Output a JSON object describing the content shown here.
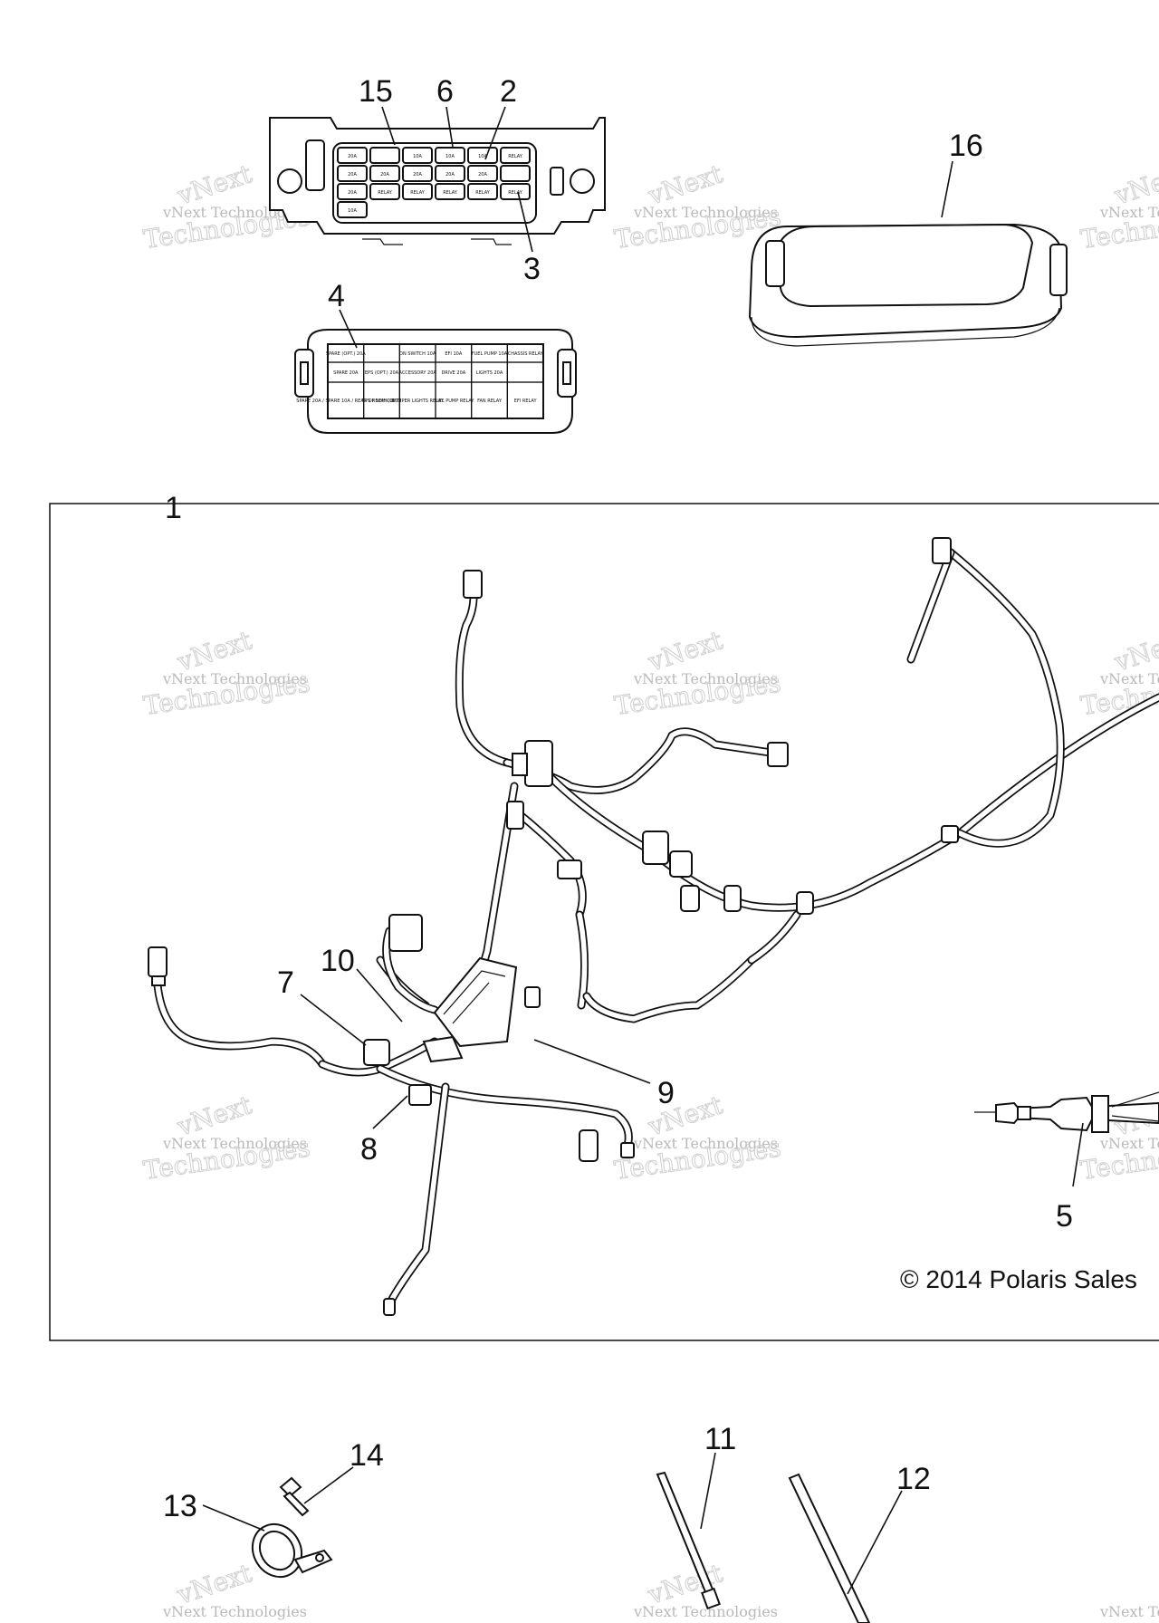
{
  "callouts": [
    "15",
    "6",
    "2",
    "3",
    "4",
    "16",
    "1",
    "10",
    "7",
    "9",
    "8",
    "5",
    "14",
    "13",
    "11",
    "12"
  ],
  "copyright": "© 2014 Polaris Sales",
  "watermark": {
    "line1": "vNext Technologies",
    "line2": "vNext",
    "line3": "Technologies"
  },
  "fuse_box_labels": {
    "row1": [
      "SPARE (OPT.) 20A",
      "",
      "ON SWITCH 10A",
      "EFI 10A",
      "FUEL PUMP 10A",
      "CHASSIS RELAY"
    ],
    "row2": [
      "SPARE 20A",
      "EPS (OPT.) 20A",
      "ACCESSORY 20A",
      "DRIVE 20A",
      "LIGHTS 20A",
      ""
    ],
    "row3": [
      "SPARE 20A / SPARE 10A / REAR OF VEHICLE",
      "EPS RELAY (OPT.)",
      "BUMPER LIGHTS RELAY",
      "FUEL PUMP RELAY",
      "FAN RELAY",
      "EFI RELAY"
    ]
  },
  "fuse_grid_labels": {
    "row1": [
      "20A",
      "",
      "10A",
      "10A",
      "10A",
      "RELAY"
    ],
    "row2": [
      "20A",
      "20A",
      "20A",
      "20A",
      "20A",
      ""
    ],
    "row3": [
      "20A",
      "RELAY",
      "RELAY",
      "RELAY",
      "RELAY",
      "RELAY"
    ],
    "row4": [
      "10A"
    ]
  }
}
